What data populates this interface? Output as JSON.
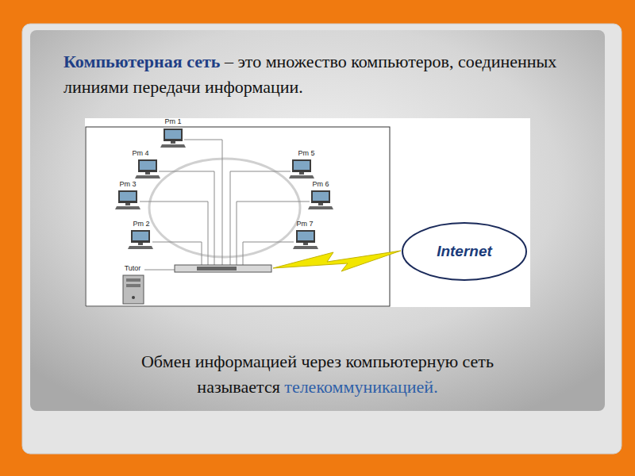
{
  "diagram": {
    "title": "Компьютерная сеть",
    "caption": "Обмен информацией через компьютерную сеть называется",
    "nodes": [
      {
        "text": [
          "Pm 1"
        ]
      },
      {
        "text": [
          "Pm 4"
        ]
      },
      {
        "text": [
          "Pm 5"
        ]
      },
      {
        "text": [
          "Pm 3"
        ]
      },
      {
        "text": [
          "Pm 6"
        ]
      },
      {
        "text": [
          "Pm 2"
        ]
      },
      {
        "text": [
          "Pm 7"
        ]
      },
      {
        "text": [
          "Tutor"
        ]
      },
      {
        "text": [
          "Internet"
        ]
      }
    ],
    "labels": [
      "– это множество компьютеров, соединенных линиями передачи информации.",
      "телекоммуникацией."
    ]
  }
}
